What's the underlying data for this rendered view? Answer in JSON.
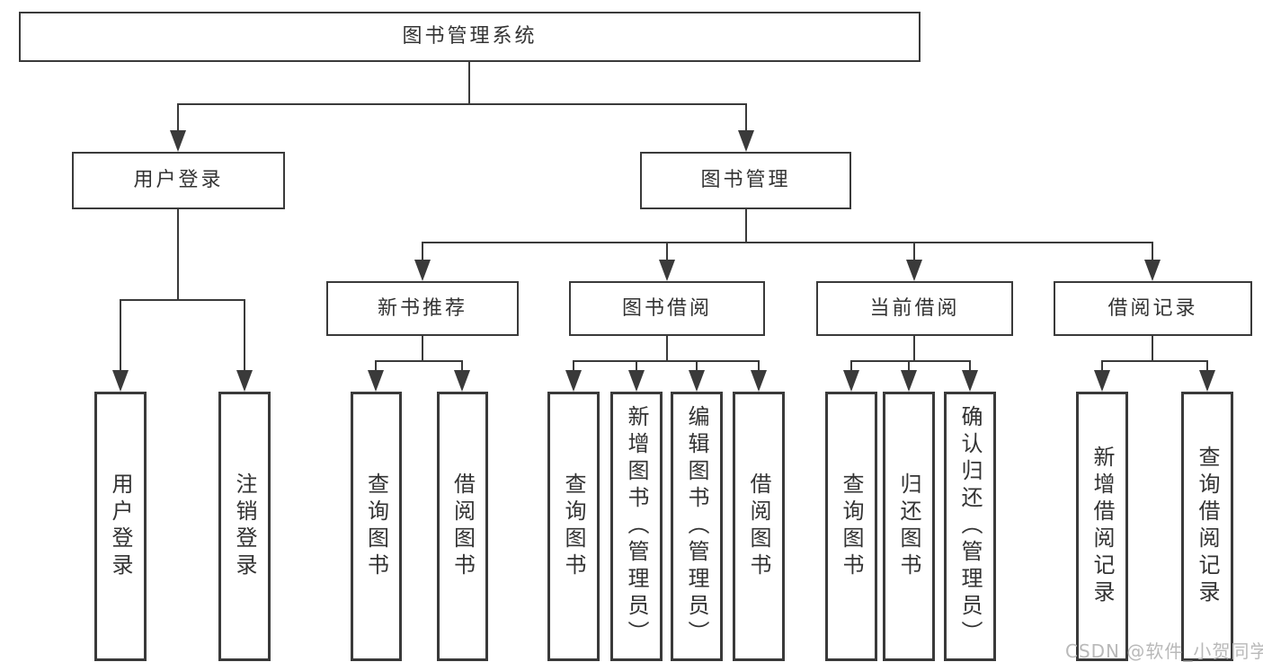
{
  "diagram": {
    "root": {
      "label": "图书管理系统"
    },
    "level2": [
      {
        "label": "用户登录",
        "children": [
          {
            "label": "用户登录"
          },
          {
            "label": "注销登录"
          }
        ]
      },
      {
        "label": "图书管理",
        "children": [
          {
            "label": "新书推荐",
            "children": [
              {
                "label": "查询图书"
              },
              {
                "label": "借阅图书"
              }
            ]
          },
          {
            "label": "图书借阅",
            "children": [
              {
                "label": "查询图书"
              },
              {
                "label": "新增图书（管理员）"
              },
              {
                "label": "编辑图书（管理员）"
              },
              {
                "label": "借阅图书"
              }
            ]
          },
          {
            "label": "当前借阅",
            "children": [
              {
                "label": "查询图书"
              },
              {
                "label": "归还图书"
              },
              {
                "label": "确认归还（管理员）"
              }
            ]
          },
          {
            "label": "借阅记录",
            "children": [
              {
                "label": "新增借阅记录"
              },
              {
                "label": "查询借阅记录"
              }
            ]
          }
        ]
      }
    ]
  },
  "watermark": {
    "text": "CSDN @软件_小贺同学"
  },
  "colors": {
    "line": "#3a3a3a",
    "text": "#333333",
    "background": "#ffffff",
    "box_background": "#ffffff",
    "watermark": "#b9b9b9"
  }
}
